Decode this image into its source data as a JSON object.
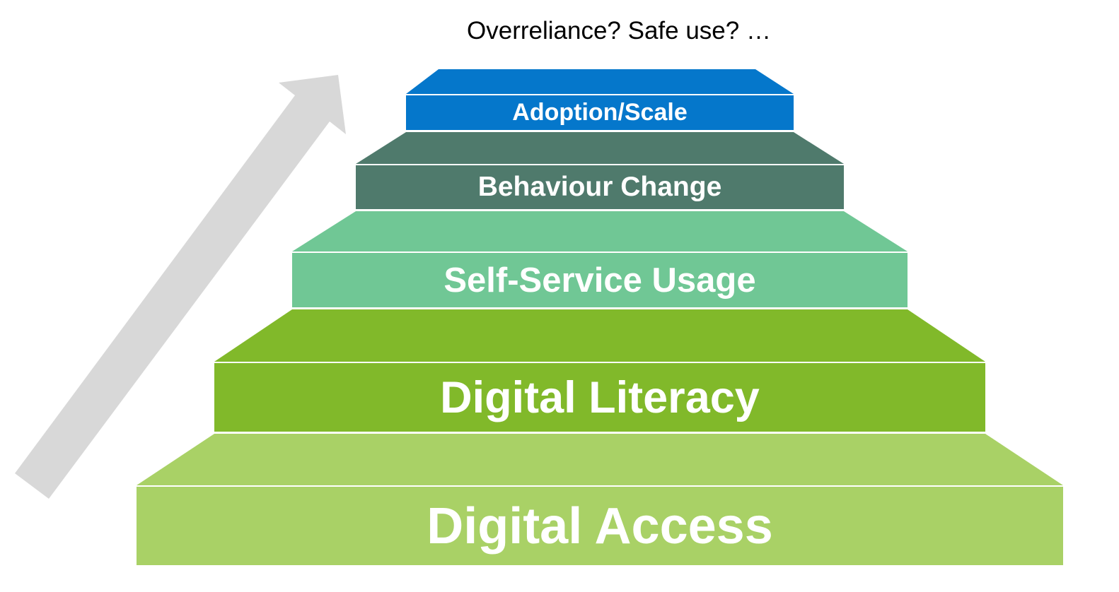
{
  "title": "Overreliance? Safe use? …",
  "steps": [
    {
      "label": "Digital Access",
      "color": "#a9d166"
    },
    {
      "label": "Digital Literacy",
      "color": "#81b92a"
    },
    {
      "label": "Self-Service Usage",
      "color": "#70c795"
    },
    {
      "label": "Behaviour Change",
      "color": "#4f7a6c"
    },
    {
      "label": "Adoption/Scale",
      "color": "#0577cb"
    }
  ],
  "arrow": {
    "name": "upward-growth-arrow",
    "color": "#d8d8d8"
  }
}
